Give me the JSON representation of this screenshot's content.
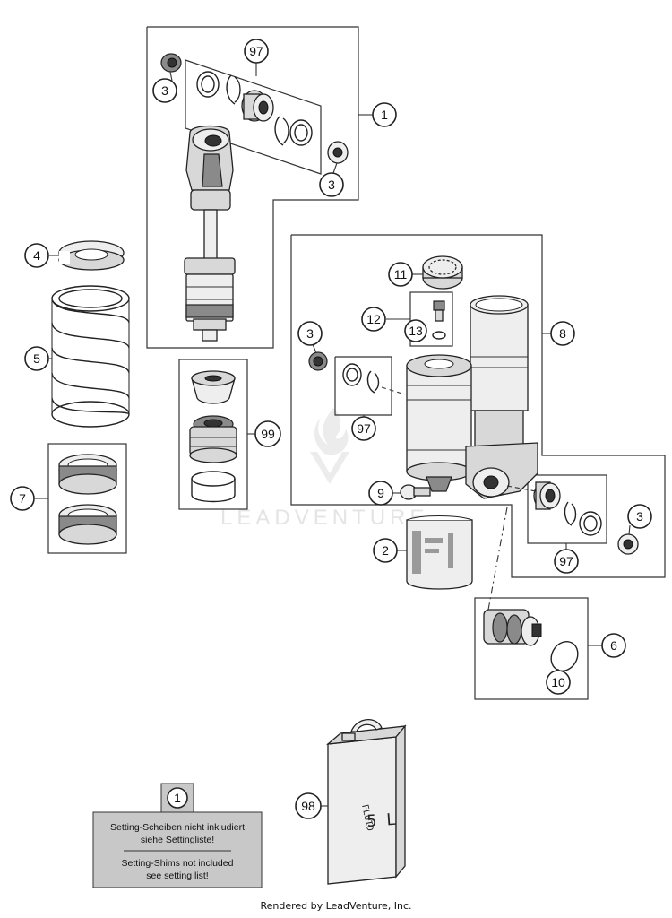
{
  "callouts": {
    "c1_top": "1",
    "c97_top": "97",
    "c3_topleft": "3",
    "c3_topright": "3",
    "c4": "4",
    "c5": "5",
    "c7": "7",
    "c99": "99",
    "c11": "11",
    "c12": "12",
    "c13": "13",
    "c8": "8",
    "c3_mid": "3",
    "c97_mid": "97",
    "c9": "9",
    "c2": "2",
    "c3_right": "3",
    "c97_right": "97",
    "c6": "6",
    "c10": "10",
    "c98": "98",
    "c1_note": "1"
  },
  "note": {
    "de_line1": "Setting-Scheiben nicht inkludiert",
    "de_line2": "siehe Settingliste!",
    "en_line1": "Setting-Shims not included",
    "en_line2": "see setting list!"
  },
  "oil_can": {
    "label": "FLUID",
    "volume": "5 L"
  },
  "watermark": "LEADVENTURE",
  "footer": "Rendered by LeadVenture, Inc.",
  "colors": {
    "note_fill": "#c8c8c8",
    "watermark": "#e4e4e4"
  }
}
